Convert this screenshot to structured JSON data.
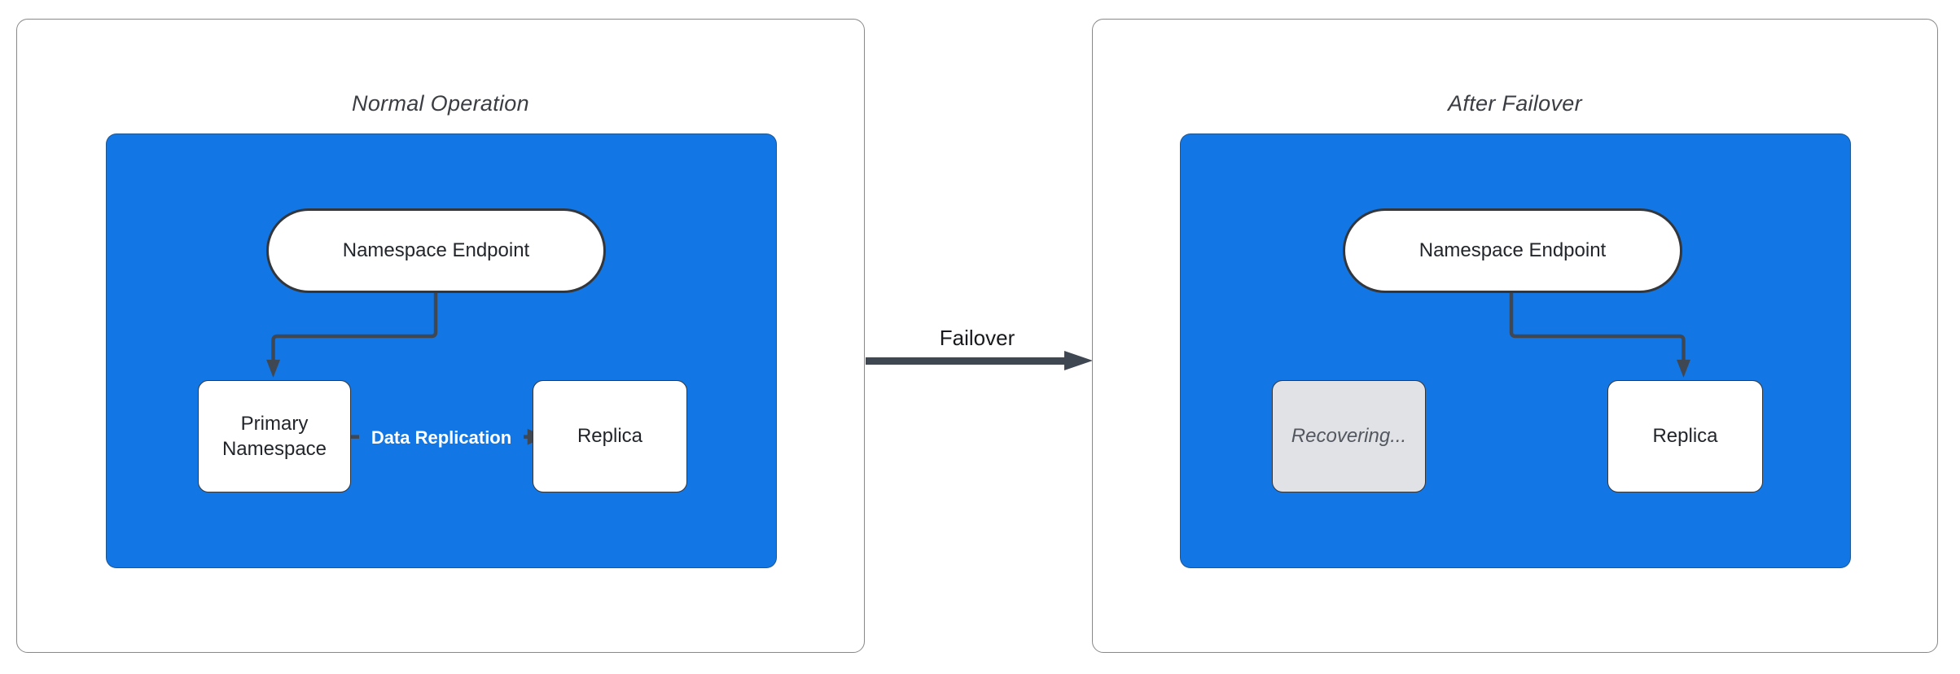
{
  "diagram": {
    "left_panel": {
      "title": "Normal Operation",
      "endpoint_label": "Namespace Endpoint",
      "primary_label": "Primary Namespace",
      "replica_label": "Replica",
      "replication_arrow_label": "Data Replication"
    },
    "transition": {
      "arrow_label": "Failover"
    },
    "right_panel": {
      "title": "After Failover",
      "endpoint_label": "Namespace Endpoint",
      "recovering_label": "Recovering...",
      "replica_label": "Replica"
    }
  },
  "colors": {
    "canvas_bg": "#FFFFFF",
    "panel_border": "#888888",
    "blue_fill": "#1277E4",
    "node_fill": "#FFFFFF",
    "node_border": "#33363B",
    "node_text": "#22262B",
    "title_text": "#3A3D42",
    "arrow": "#3F4753",
    "recovering_fill": "#E1E2E6",
    "recovering_text": "#53575F",
    "label_on_blue": "#FFFFFF",
    "failover_text": "#17191C"
  }
}
